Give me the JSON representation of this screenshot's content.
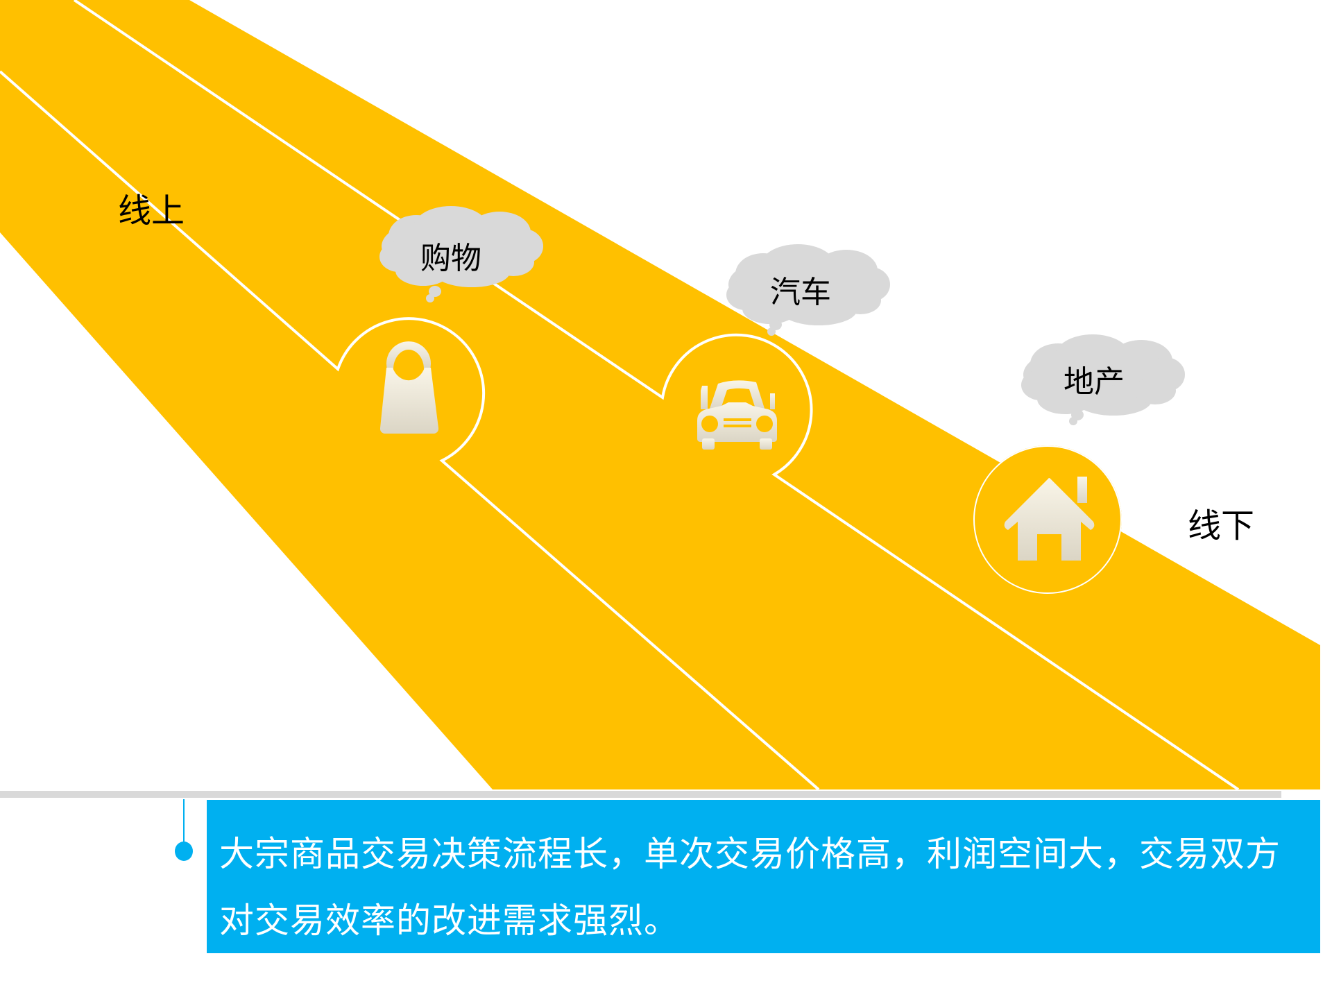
{
  "labels": {
    "online": "线上",
    "offline": "线下"
  },
  "stops": [
    {
      "name": "shopping",
      "cloud_text": "购物",
      "icon": "shopping-bag-icon"
    },
    {
      "name": "car",
      "cloud_text": "汽车",
      "icon": "car-icon"
    },
    {
      "name": "real-estate",
      "cloud_text": "地产",
      "icon": "house-icon"
    }
  ],
  "info": {
    "text": "大宗商品交易决策流程长，单次交易价格高，利润空间大，交易双方对交易效率的改进需求强烈。"
  },
  "colors": {
    "road": "#ffc000",
    "lane_line": "#ffffff",
    "cloud": "#d9d9d9",
    "icon": "#eeeadb",
    "info_bg": "#00b0f0",
    "divider": "#d9d9d9"
  }
}
